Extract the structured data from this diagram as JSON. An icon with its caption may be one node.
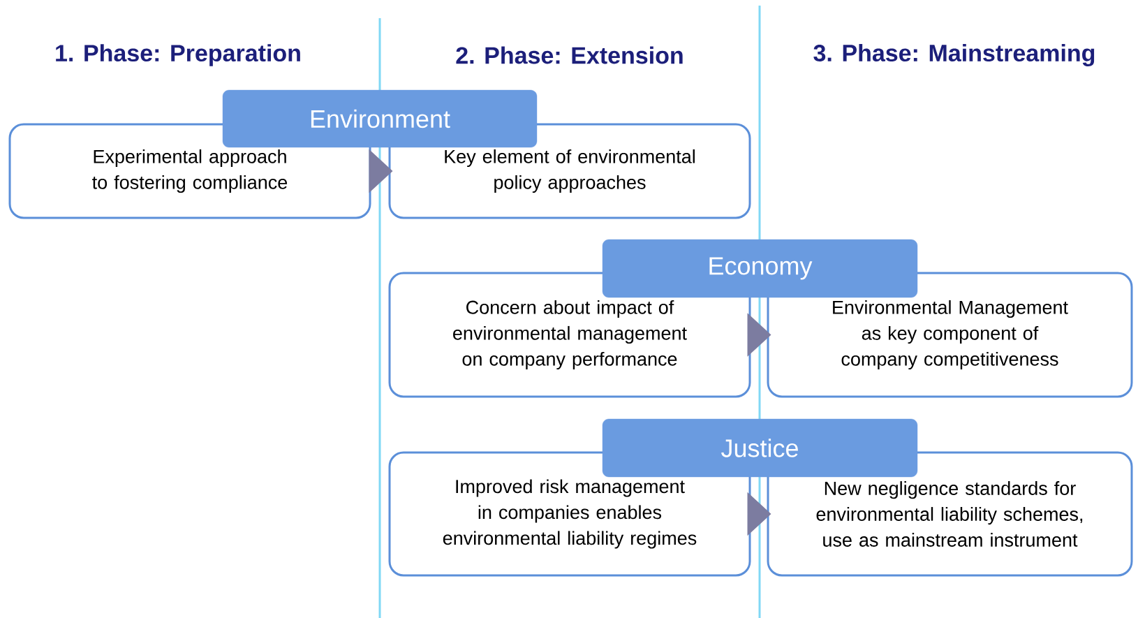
{
  "diagram": {
    "nodes": [
      {
        "text": [
          "Environment"
        ]
      },
      {
        "text": [
          "Experimental approach to fostering compliance"
        ]
      },
      {
        "text": [
          "Key element of environmental policy approaches"
        ]
      },
      {
        "text": [
          "Economy"
        ]
      },
      {
        "text": [
          "Concern about impact of environmental management on company performance"
        ]
      },
      {
        "text": [
          "Environmental Management as key component of company competitiveness"
        ]
      },
      {
        "text": [
          "Justice"
        ]
      },
      {
        "text": [
          "Improved risk management in companies enables environmental liability regimes"
        ]
      },
      {
        "text": [
          "New negligence standards for environmental liability schemes, use as mainstream instrument"
        ]
      }
    ],
    "edges": [
      {
        "from": 1,
        "to": 2,
        "arrow": "to"
      },
      {
        "from": 4,
        "to": 5,
        "arrow": "to"
      },
      {
        "from": 7,
        "to": 8,
        "arrow": "to"
      }
    ],
    "labels": [
      "1. Phase: Preparation",
      "2. Phase: Extension",
      "3. Phase: Mainstreaming"
    ]
  }
}
